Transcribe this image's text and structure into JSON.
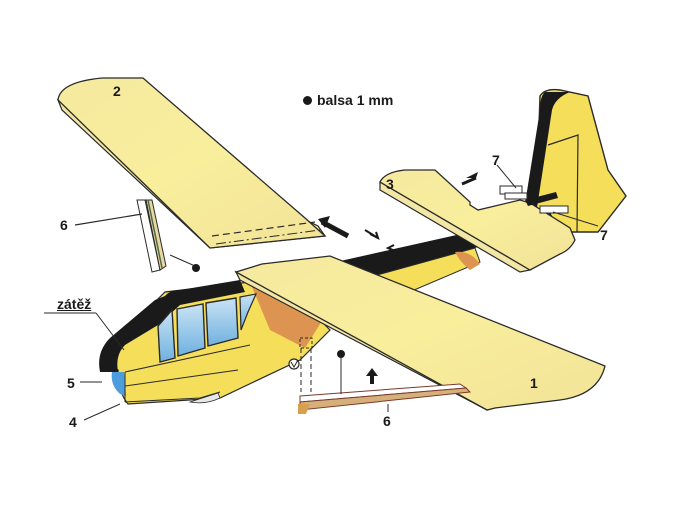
{
  "diagram": {
    "subject": "Model glider assembly diagram (exploded view)",
    "legend": {
      "symbol": "filled-dot",
      "text": "balsa 1 mm"
    },
    "colors": {
      "wing_fill": "#f7eca0",
      "wing_highlight": "#f9f0b0",
      "fuselage_yellow": "#f5de5a",
      "fuselage_orange": "#dd9450",
      "spine_black": "#1a1a1a",
      "window_blue": "#8fc6e8",
      "outline": "#2a2a2a",
      "paper": "#ffffff"
    },
    "labels": {
      "part_2": "2",
      "part_3": "3",
      "part_1": "1",
      "part_6_left": "6",
      "part_6_bottom": "6",
      "part_7_top": "7",
      "part_7_bottom": "7",
      "part_5": "5",
      "part_4": "4",
      "ballast": "zátěž"
    },
    "parts": [
      {
        "id": "1",
        "name": "right wing panel"
      },
      {
        "id": "2",
        "name": "left wing panel"
      },
      {
        "id": "3",
        "name": "horizontal stabilizer"
      },
      {
        "id": "4",
        "name": "nose block"
      },
      {
        "id": "5",
        "name": "nose cap"
      },
      {
        "id": "6",
        "name": "wing struts"
      },
      {
        "id": "7",
        "name": "tail joining strips"
      },
      {
        "id": "zátěž",
        "name": "ballast"
      }
    ]
  }
}
